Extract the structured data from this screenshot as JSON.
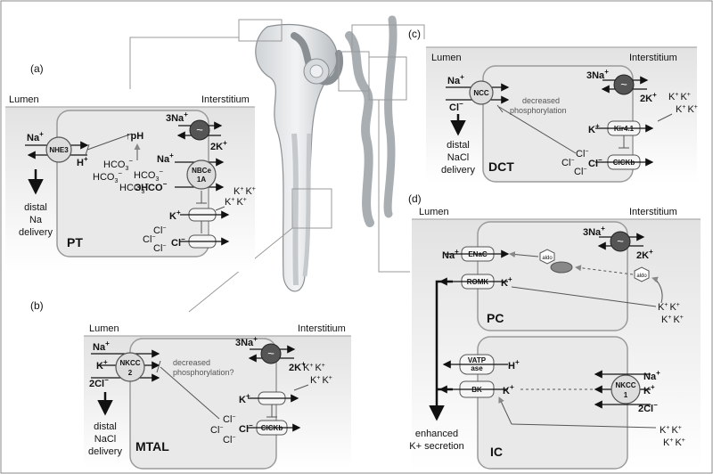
{
  "panels": {
    "a": {
      "tag": "(a)",
      "lumen": "Lumen",
      "interstitium": "Interstitium",
      "segment": "PT",
      "transporters": {
        "nhe3": "NHE3",
        "nbce_1": "NBCe",
        "nbce_2": "1A"
      },
      "ions": {
        "na_lumen": "Na",
        "h": "H",
        "ph": "pH",
        "hco3": "HCO",
        "na3": "3Na",
        "k2": "2K",
        "na_nbc": "Na",
        "hco3_3": "3HCO",
        "k": "K",
        "cl": "Cl"
      },
      "outcome": [
        "distal",
        "Na",
        "delivery"
      ]
    },
    "b": {
      "tag": "(b)",
      "lumen": "Lumen",
      "interstitium": "Interstitium",
      "segment": "MTAL",
      "transporters": {
        "nkcc2_1": "NKCC",
        "nkcc2_2": "2",
        "clckb": "ClCKb"
      },
      "ions": {
        "na": "Na",
        "k": "K",
        "cl2": "2Cl",
        "na3": "3Na",
        "k2": "2K",
        "k_basal": "K",
        "cl": "Cl"
      },
      "note": "decreased phosphorylation?",
      "outcome": [
        "distal",
        "NaCl",
        "delivery"
      ]
    },
    "c": {
      "tag": "(c)",
      "lumen": "Lumen",
      "interstitium": "Interstitium",
      "segment": "DCT",
      "transporters": {
        "ncc": "NCC",
        "kir": "Kir4.1",
        "clckb": "ClCKb"
      },
      "ions": {
        "na": "Na",
        "cl": "Cl",
        "na3": "3Na",
        "k2": "2K",
        "k": "K",
        "cl_basal": "Cl"
      },
      "note": [
        "decreased",
        "phosphorylation"
      ],
      "outcome": [
        "distal",
        "NaCl",
        "delivery"
      ]
    },
    "d": {
      "tag": "(d)",
      "lumen": "Lumen",
      "interstitium": "Interstitium",
      "segment_pc": "PC",
      "segment_ic": "IC",
      "transporters": {
        "enac": "ENaC",
        "romk": "ROMK",
        "vatp_1": "VATP",
        "vatp_2": "ase",
        "bk": "BK",
        "nkcc1_1": "NKCC",
        "nkcc1_2": "1",
        "aldo": "aldo"
      },
      "ions": {
        "na": "Na",
        "k": "K",
        "na3": "3Na",
        "k2": "2K",
        "h": "H",
        "na_ic": "Na",
        "k_ic": "K",
        "cl2": "2Cl"
      },
      "outcome": [
        "enhanced",
        "K+ secretion"
      ]
    }
  },
  "symbols": {
    "pump": "~",
    "plus": "+",
    "minus": "−",
    "three": "3",
    "superscript_minus": "−"
  }
}
